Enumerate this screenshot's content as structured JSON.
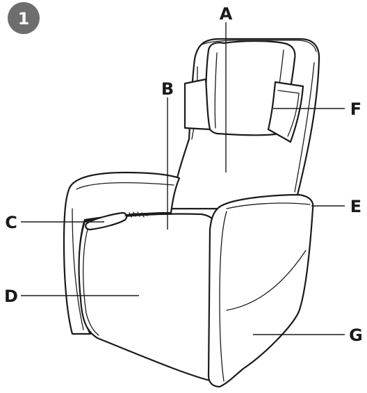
{
  "figure": {
    "badge_number": "1",
    "colors": {
      "badge_fill": "#6e6e6e",
      "line": "#1a1a1a",
      "background": "#ffffff"
    },
    "labels": {
      "A": "A",
      "B": "B",
      "C": "C",
      "D": "D",
      "E": "E",
      "F": "F",
      "G": "G"
    }
  }
}
